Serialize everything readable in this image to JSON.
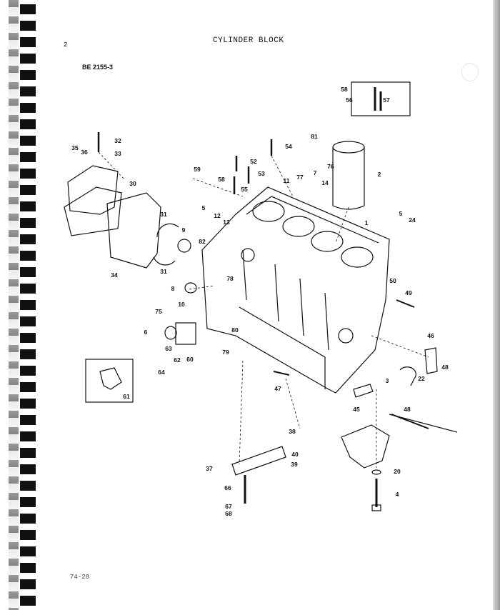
{
  "page": {
    "number": "2",
    "title": "CYLINDER BLOCK",
    "reference": "BE 2155-3",
    "footer_code": "74-28"
  },
  "callouts": [
    "58",
    "56",
    "57",
    "32",
    "35",
    "36",
    "33",
    "30",
    "31",
    "9",
    "31",
    "34",
    "54",
    "81",
    "76",
    "52",
    "53",
    "59",
    "58",
    "55",
    "11",
    "77",
    "7",
    "2",
    "14",
    "5",
    "12",
    "13",
    "5",
    "24",
    "1",
    "82",
    "78",
    "8",
    "10",
    "75",
    "50",
    "49",
    "6",
    "80",
    "79",
    "63",
    "62",
    "64",
    "60",
    "61",
    "47",
    "3",
    "22",
    "46",
    "48",
    "45",
    "48",
    "38",
    "40",
    "39",
    "37",
    "20",
    "66",
    "4",
    "67",
    "68"
  ]
}
